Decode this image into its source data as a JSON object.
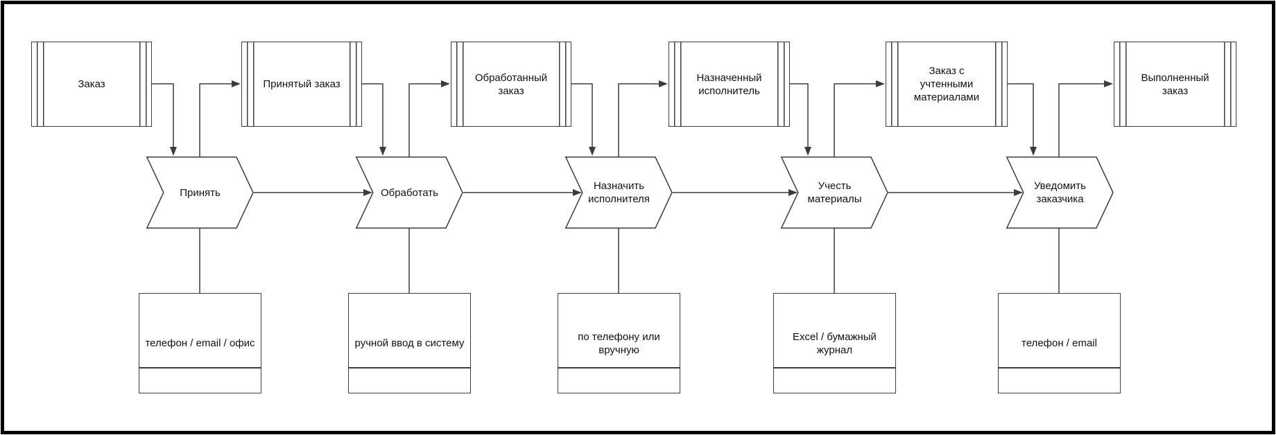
{
  "diagram": {
    "kind": "order-processing flowchart",
    "documents": [
      {
        "label": "Заказ"
      },
      {
        "label": "Принятый заказ"
      },
      {
        "label": "Обработанный заказ"
      },
      {
        "label": "Назначенный исполнитель"
      },
      {
        "label": "Заказ с учтенными материалами"
      },
      {
        "label": "Выполненный заказ"
      }
    ],
    "processes": [
      {
        "label": "Принять"
      },
      {
        "label": "Обработать"
      },
      {
        "label": "Назначить исполнителя"
      },
      {
        "label": "Учесть материалы"
      },
      {
        "label": "Уведомить заказчика"
      }
    ],
    "mechanisms": [
      {
        "label": "телефон / email / офис"
      },
      {
        "label": "ручной ввод в систему"
      },
      {
        "label": "по телефону или вручную"
      },
      {
        "label": "Excel / бумажный журнал"
      },
      {
        "label": "телефон / email"
      }
    ],
    "colors": {
      "stroke": "#3c3c3c",
      "frame": "#000000",
      "fill": "#ffffff",
      "text": "#111111"
    }
  }
}
